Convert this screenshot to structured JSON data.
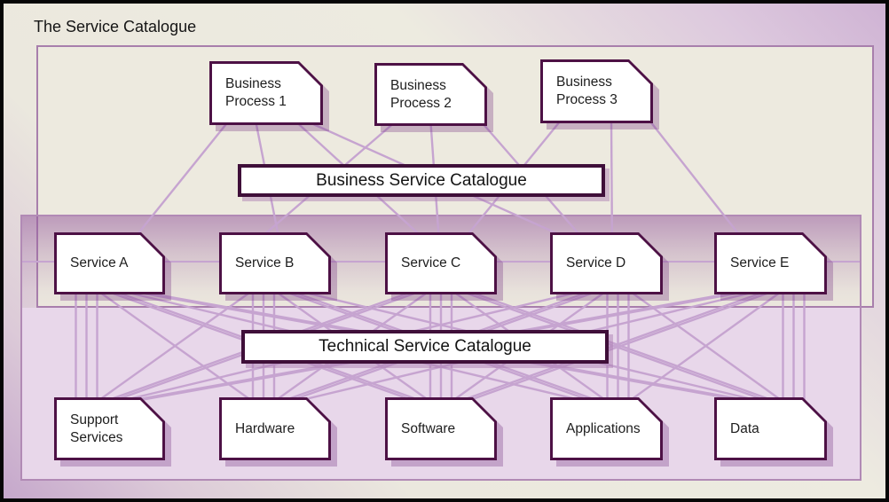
{
  "title": "The Service Catalogue",
  "banners": {
    "business": "Business Service Catalogue",
    "technical": "Technical Service Catalogue"
  },
  "business_processes": [
    {
      "id": "bp1",
      "label": "Business Process 1"
    },
    {
      "id": "bp2",
      "label": "Business Process 2"
    },
    {
      "id": "bp3",
      "label": "Business Process 3"
    }
  ],
  "services": [
    {
      "id": "svcA",
      "label": "Service A"
    },
    {
      "id": "svcB",
      "label": "Service B"
    },
    {
      "id": "svcC",
      "label": "Service C"
    },
    {
      "id": "svcD",
      "label": "Service D"
    },
    {
      "id": "svcE",
      "label": "Service E"
    }
  ],
  "technical_components": [
    {
      "id": "support",
      "label": "Support Services"
    },
    {
      "id": "hardware",
      "label": "Hardware"
    },
    {
      "id": "software",
      "label": "Software"
    },
    {
      "id": "applications",
      "label": "Applications"
    },
    {
      "id": "data",
      "label": "Data"
    }
  ],
  "edges": {
    "process_to_service": [
      [
        "bp1",
        "svcA"
      ],
      [
        "bp1",
        "svcB"
      ],
      [
        "bp1",
        "svcC"
      ],
      [
        "bp1",
        "svcD"
      ],
      [
        "bp2",
        "svcB"
      ],
      [
        "bp2",
        "svcC"
      ],
      [
        "bp2",
        "svcD"
      ],
      [
        "bp3",
        "svcC"
      ],
      [
        "bp3",
        "svcD"
      ],
      [
        "bp3",
        "svcE"
      ]
    ],
    "service_to_component": [
      [
        "svcA",
        "support"
      ],
      [
        "svcA",
        "hardware"
      ],
      [
        "svcA",
        "software"
      ],
      [
        "svcA",
        "applications"
      ],
      [
        "svcA",
        "data"
      ],
      [
        "svcB",
        "support"
      ],
      [
        "svcB",
        "hardware"
      ],
      [
        "svcB",
        "software"
      ],
      [
        "svcB",
        "applications"
      ],
      [
        "svcB",
        "data"
      ],
      [
        "svcC",
        "support"
      ],
      [
        "svcC",
        "hardware"
      ],
      [
        "svcC",
        "software"
      ],
      [
        "svcC",
        "applications"
      ],
      [
        "svcC",
        "data"
      ],
      [
        "svcD",
        "support"
      ],
      [
        "svcD",
        "hardware"
      ],
      [
        "svcD",
        "software"
      ],
      [
        "svcD",
        "applications"
      ],
      [
        "svcD",
        "data"
      ],
      [
        "svcE",
        "support"
      ],
      [
        "svcE",
        "hardware"
      ],
      [
        "svcE",
        "software"
      ],
      [
        "svcE",
        "applications"
      ],
      [
        "svcE",
        "data"
      ]
    ]
  },
  "colors": {
    "node_border": "#4d1145",
    "banner_border": "#3f0f39",
    "connector_line": "#c6a4d0",
    "panel_upper_fill": "#edeadf",
    "panel_lower_fill": "#e8d7ea",
    "panel_border": "#b18ab5",
    "shadow": "#c6a2cb"
  }
}
